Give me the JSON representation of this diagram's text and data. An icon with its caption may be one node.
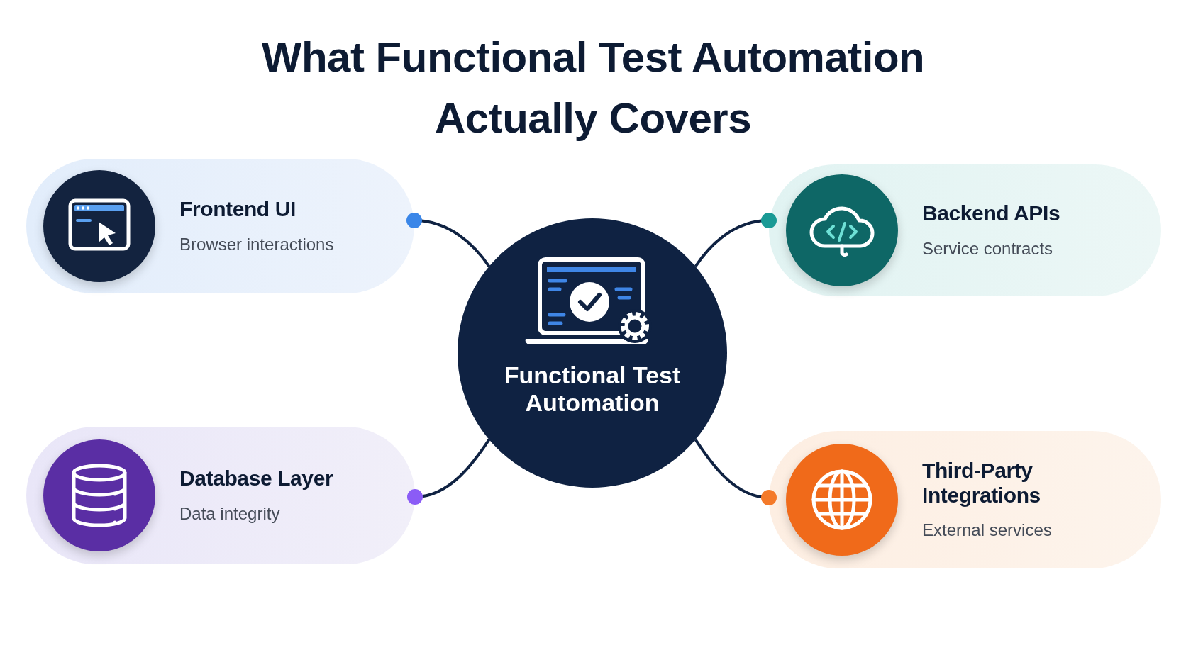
{
  "diagram": {
    "title": "What Functional Test Automation Actually Covers",
    "nodes": [
      {
        "text": [
          "Functional Test Automation"
        ]
      },
      {
        "text": [
          "Frontend UI",
          "Browser interactions"
        ]
      },
      {
        "text": [
          "Backend APIs",
          "Service contracts"
        ]
      },
      {
        "text": [
          "Database Layer",
          "Data integrity"
        ]
      },
      {
        "text": [
          "Third-Party Integrations",
          "External services"
        ]
      }
    ],
    "edges": [
      {
        "from": 0,
        "to": 1,
        "arrow": "other"
      },
      {
        "from": 0,
        "to": 2,
        "arrow": "other"
      },
      {
        "from": 0,
        "to": 3,
        "arrow": "other"
      },
      {
        "from": 0,
        "to": 4,
        "arrow": "other"
      }
    ]
  }
}
